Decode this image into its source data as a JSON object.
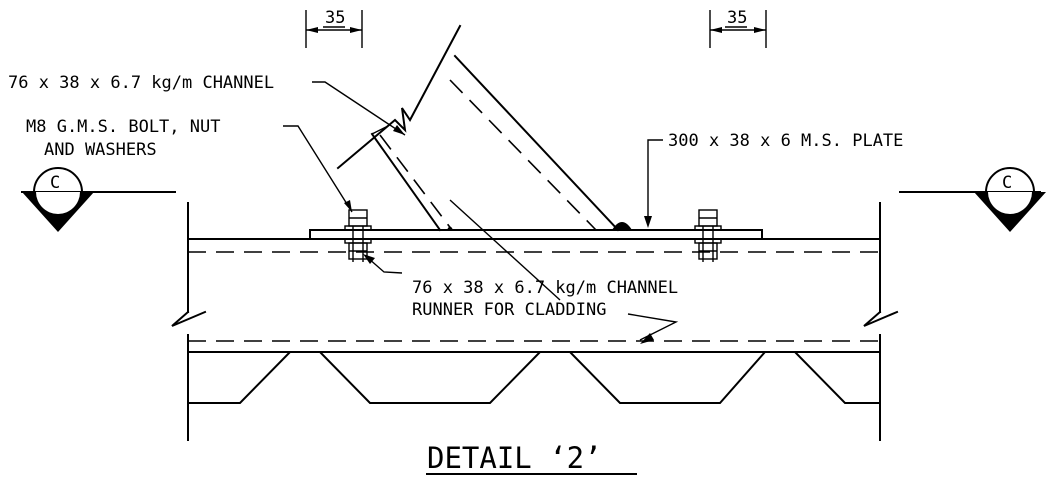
{
  "diagram": {
    "title": "DETAIL ‘2’",
    "dimensions": {
      "left": "35",
      "right": "35"
    },
    "labels": {
      "channel_brace": "76 x 38 x 6.7 kg/m CHANNEL",
      "bolt_line1": "M8 G.M.S. BOLT, NUT",
      "bolt_line2": "AND WASHERS",
      "plate": "300 x 38 x 6 M.S. PLATE",
      "runner_line1": "76 x 38 x 6.7 kg/m CHANNEL",
      "runner_line2": "RUNNER FOR CLADDING"
    },
    "section_marks": {
      "left": "C",
      "right": "C"
    }
  }
}
